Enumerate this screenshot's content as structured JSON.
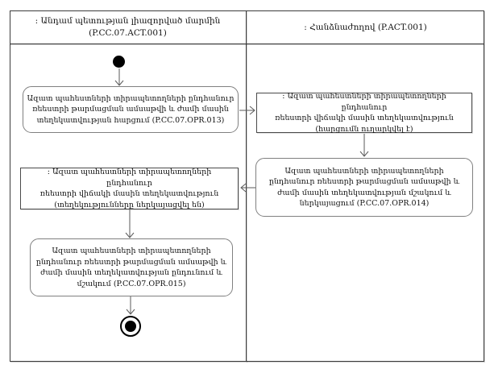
{
  "colors": {
    "background": "#ffffff",
    "frame": "#3c3c3c",
    "activity_border": "#808080",
    "object_border": "#4a4a4a",
    "arrow": "#5a5a5a",
    "text": "#111111",
    "node_fill": "#000000"
  },
  "lanes": {
    "left": {
      "title_lines": [
        ": Անդամ պետության լիազորված մարմին",
        "(P.CC.07.ACT.001)"
      ]
    },
    "right": {
      "title": ": Հանձնաժողով (P.ACT.001)"
    }
  },
  "nodes": {
    "request_opr013": {
      "lines": [
        "Ազատ պահեստների տիրապետողների ընդհանուր",
        "ռեեստրի թարմացման ամսաթվի և ժամի մասին",
        "տեղեկատվության հարցում (P.CC.07.OPR.013)"
      ]
    },
    "info_request_sent": {
      "lines": [
        ": Ազատ պահեստների տիրապետողների ընդհանուր",
        "ռեեստրի վիճակի մասին տեղեկատվություն",
        "(հարցումն ուղարկվել է)"
      ]
    },
    "process_opr014": {
      "lines": [
        "Ազատ պահեստների տիրապետողների",
        "ընդհանուր ռեեստրի թարմացման ամսաթվի և",
        "ժամի մասին տեղեկատվության մշակում և",
        "ներկայացում (P.CC.07.OPR.014)"
      ]
    },
    "info_presented": {
      "lines": [
        ": Ազատ պահեստների տիրապետողների ընդհանուր",
        "ռեեստրի վիճակի մասին տեղեկատվություն",
        "(տեղեկությունները ներկայացվել են)"
      ]
    },
    "receive_opr015": {
      "lines": [
        "Ազատ պահեստների տիրապետողների",
        "ընդհանուր ռեեստրի թարմացման ամսաթվի և",
        "ժամի մասին տեղեկատվության ընդունում և",
        "մշակում (P.CC.07.OPR.015)"
      ]
    }
  }
}
